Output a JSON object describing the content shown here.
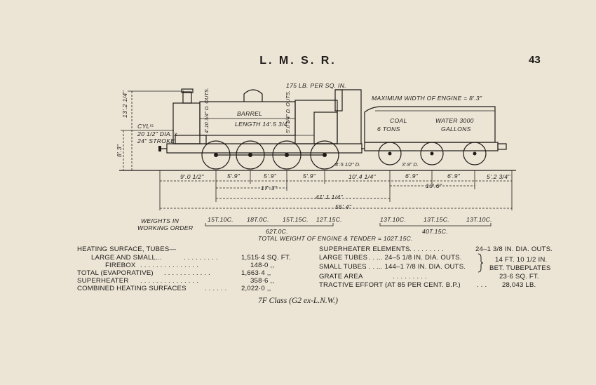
{
  "header": {
    "title": "L. M. S. R.",
    "page_number": "43"
  },
  "drawing": {
    "pressure": "175 LB. PER SQ. IN.",
    "max_width": "MAXIMUM WIDTH OF ENGINE = 8'.3\"",
    "height_top": "13'.2 1/4\"",
    "height_low": "8'.3\"",
    "cylinders": [
      "CYLʳˢ",
      "20 1/2\" DIA. x",
      "24\" STROKE"
    ],
    "barrel": "BARREL",
    "barrel_length": "LENGTH 14'.5 3/4\"",
    "dia_front": "4'.10 3/4\" D. OUTS.",
    "dia_rear": "5'.0 3/4\" D. OUTS.",
    "coal": "COAL",
    "coal_tons": "6 TONS",
    "water": "WATER 3000",
    "gallons": "GALLONS",
    "wheel_engine": "4'.5 1/2\" D.",
    "wheel_tender": "3'.9\" D.",
    "dims_row1": [
      "9'.0 1/2\"",
      "5'.9\"",
      "5'.9\"",
      "5'.9\"",
      "10'.4 1/4\"",
      "6'.9\"",
      "6'.9\"",
      "5'.2 3/4\""
    ],
    "dim_17_3": "17'.3\"",
    "dim_13_6": "13'.6\"",
    "dim_41": "41'.1 1/4\"",
    "dim_55": "55'.4\"",
    "weights_label": [
      "WEIGHTS IN",
      "WORKING ORDER"
    ],
    "axle_weights": [
      "15T.10C.",
      "18T.0C.",
      "15T.15C.",
      "12T.15C.",
      "13T.10C.",
      "13T.15C.",
      "13T.10C."
    ],
    "engine_total": "62T.0C.",
    "tender_total": "40T.15C.",
    "total_weight": "TOTAL WEIGHT OF ENGINE & TENDER = 102T.15C."
  },
  "specs_left": [
    {
      "label": "HEATING SURFACE, TUBES—",
      "dots": "",
      "value": ""
    },
    {
      "label": "LARGE AND SMALL...",
      "dots": ". . .   . . .   . . .",
      "value": "1,515·4 SQ. FT."
    },
    {
      "label": "FIREBOX",
      "dots": ". . .   . . .   . . .   . . .   . . .",
      "value": "148·0   ,,"
    },
    {
      "label": "TOTAL (EVAPORATIVE)",
      "dots": ". . .   . . .   . . .   . . .",
      "value": "1,663·4   ,,"
    },
    {
      "label": "SUPERHEATER",
      "dots": ". . .   . . .   . . .   . . .   . . .",
      "value": "358·6   ,,"
    },
    {
      "label": "COMBINED HEATING SURFACES",
      "dots": ". . .   . . .",
      "value": "2,022·0   ,,"
    }
  ],
  "specs_right": [
    {
      "label": "SUPERHEATER ELEMENTS",
      "dots": ". . .   . . .   . . .",
      "value": "24–1 3/8 IN. DIA. OUTS."
    },
    {
      "label": "LARGE TUBES",
      "dots": ". . .",
      "value": "... 24–5 1/8 IN. DIA. OUTS."
    },
    {
      "label": "SMALL TUBES",
      "dots": ". . .",
      "value": "... 144–1 7/8 IN. DIA. OUTS."
    },
    {
      "label": "GRATE AREA",
      "dots": ". . .   . . .   . . .",
      "value": "23·6 SQ. FT."
    },
    {
      "label": "TRACTIVE EFFORT (AT 85 PER CENT. B.P.)",
      "dots": ". . .",
      "value": "28,043 LB."
    }
  ],
  "tube_length": [
    "14 FT. 10 1/2 IN.",
    "BET. TUBEPLATES"
  ],
  "caption": "7F Class (G2 ex-L.N.W.)"
}
